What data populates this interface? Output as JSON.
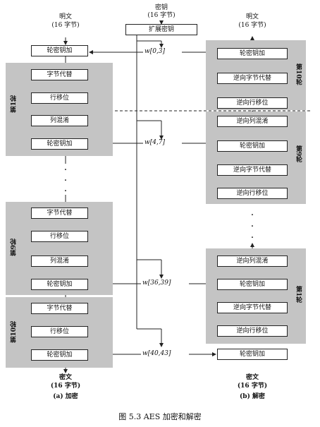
{
  "top": {
    "key_label": "密钥",
    "key_bytes": "(16 字节)",
    "expand": "扩展密钥"
  },
  "left": {
    "plaintext": "明文",
    "plaintext_bytes": "(16 字节)",
    "ciphertext": "密文",
    "ciphertext_bytes": "(16 字节)",
    "subcaption": "(a) 加密",
    "add_round_key": "轮密钥加",
    "sub_bytes": "字节代替",
    "shift_rows": "行移位",
    "mix_columns": "列混淆",
    "round1": "第1轮",
    "round9": "第9轮",
    "round10": "第10轮",
    "dots": "·"
  },
  "right": {
    "plaintext": "明文",
    "plaintext_bytes": "(16 字节)",
    "ciphertext": "密文",
    "ciphertext_bytes": "(16 字节)",
    "subcaption": "(b) 解密",
    "add_round_key": "轮密钥加",
    "inv_sub_bytes": "逆向字节代替",
    "inv_shift_rows": "逆向行移位",
    "inv_mix_columns": "逆向列混淆",
    "round10": "第10轮",
    "round9": "第9轮",
    "round1": "第1轮"
  },
  "words": {
    "w0": "w[0,3]",
    "w1": "w[4,7]",
    "w9": "w[36,39]",
    "w10": "w[40,43]"
  },
  "caption": "图 5.3   AES 加密和解密"
}
